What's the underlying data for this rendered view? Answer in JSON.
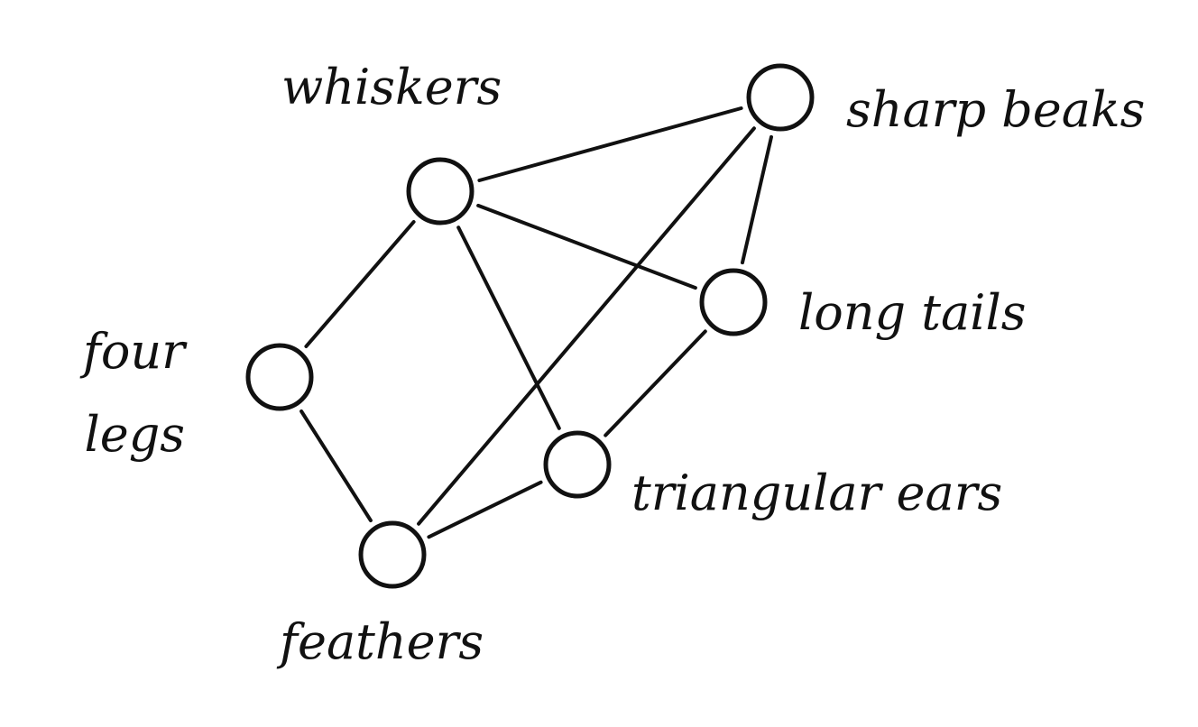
{
  "nodes": [
    {
      "id": "whiskers",
      "label_lines": [
        "whiskers"
      ]
    },
    {
      "id": "sharp-beaks",
      "label_lines": [
        "sharp beaks"
      ]
    },
    {
      "id": "long-tails",
      "label_lines": [
        "long tails"
      ]
    },
    {
      "id": "four-legs",
      "label_lines": [
        "four",
        "legs"
      ]
    },
    {
      "id": "triangular-ears",
      "label_lines": [
        "triangular ears"
      ]
    },
    {
      "id": "feathers",
      "label_lines": [
        "feathers"
      ]
    }
  ],
  "edges": [
    [
      "whiskers",
      "sharp-beaks"
    ],
    [
      "whiskers",
      "long-tails"
    ],
    [
      "whiskers",
      "four-legs"
    ],
    [
      "whiskers",
      "triangular-ears"
    ],
    [
      "sharp-beaks",
      "long-tails"
    ],
    [
      "sharp-beaks",
      "feathers"
    ],
    [
      "long-tails",
      "triangular-ears"
    ],
    [
      "four-legs",
      "feathers"
    ],
    [
      "triangular-ears",
      "feathers"
    ]
  ]
}
